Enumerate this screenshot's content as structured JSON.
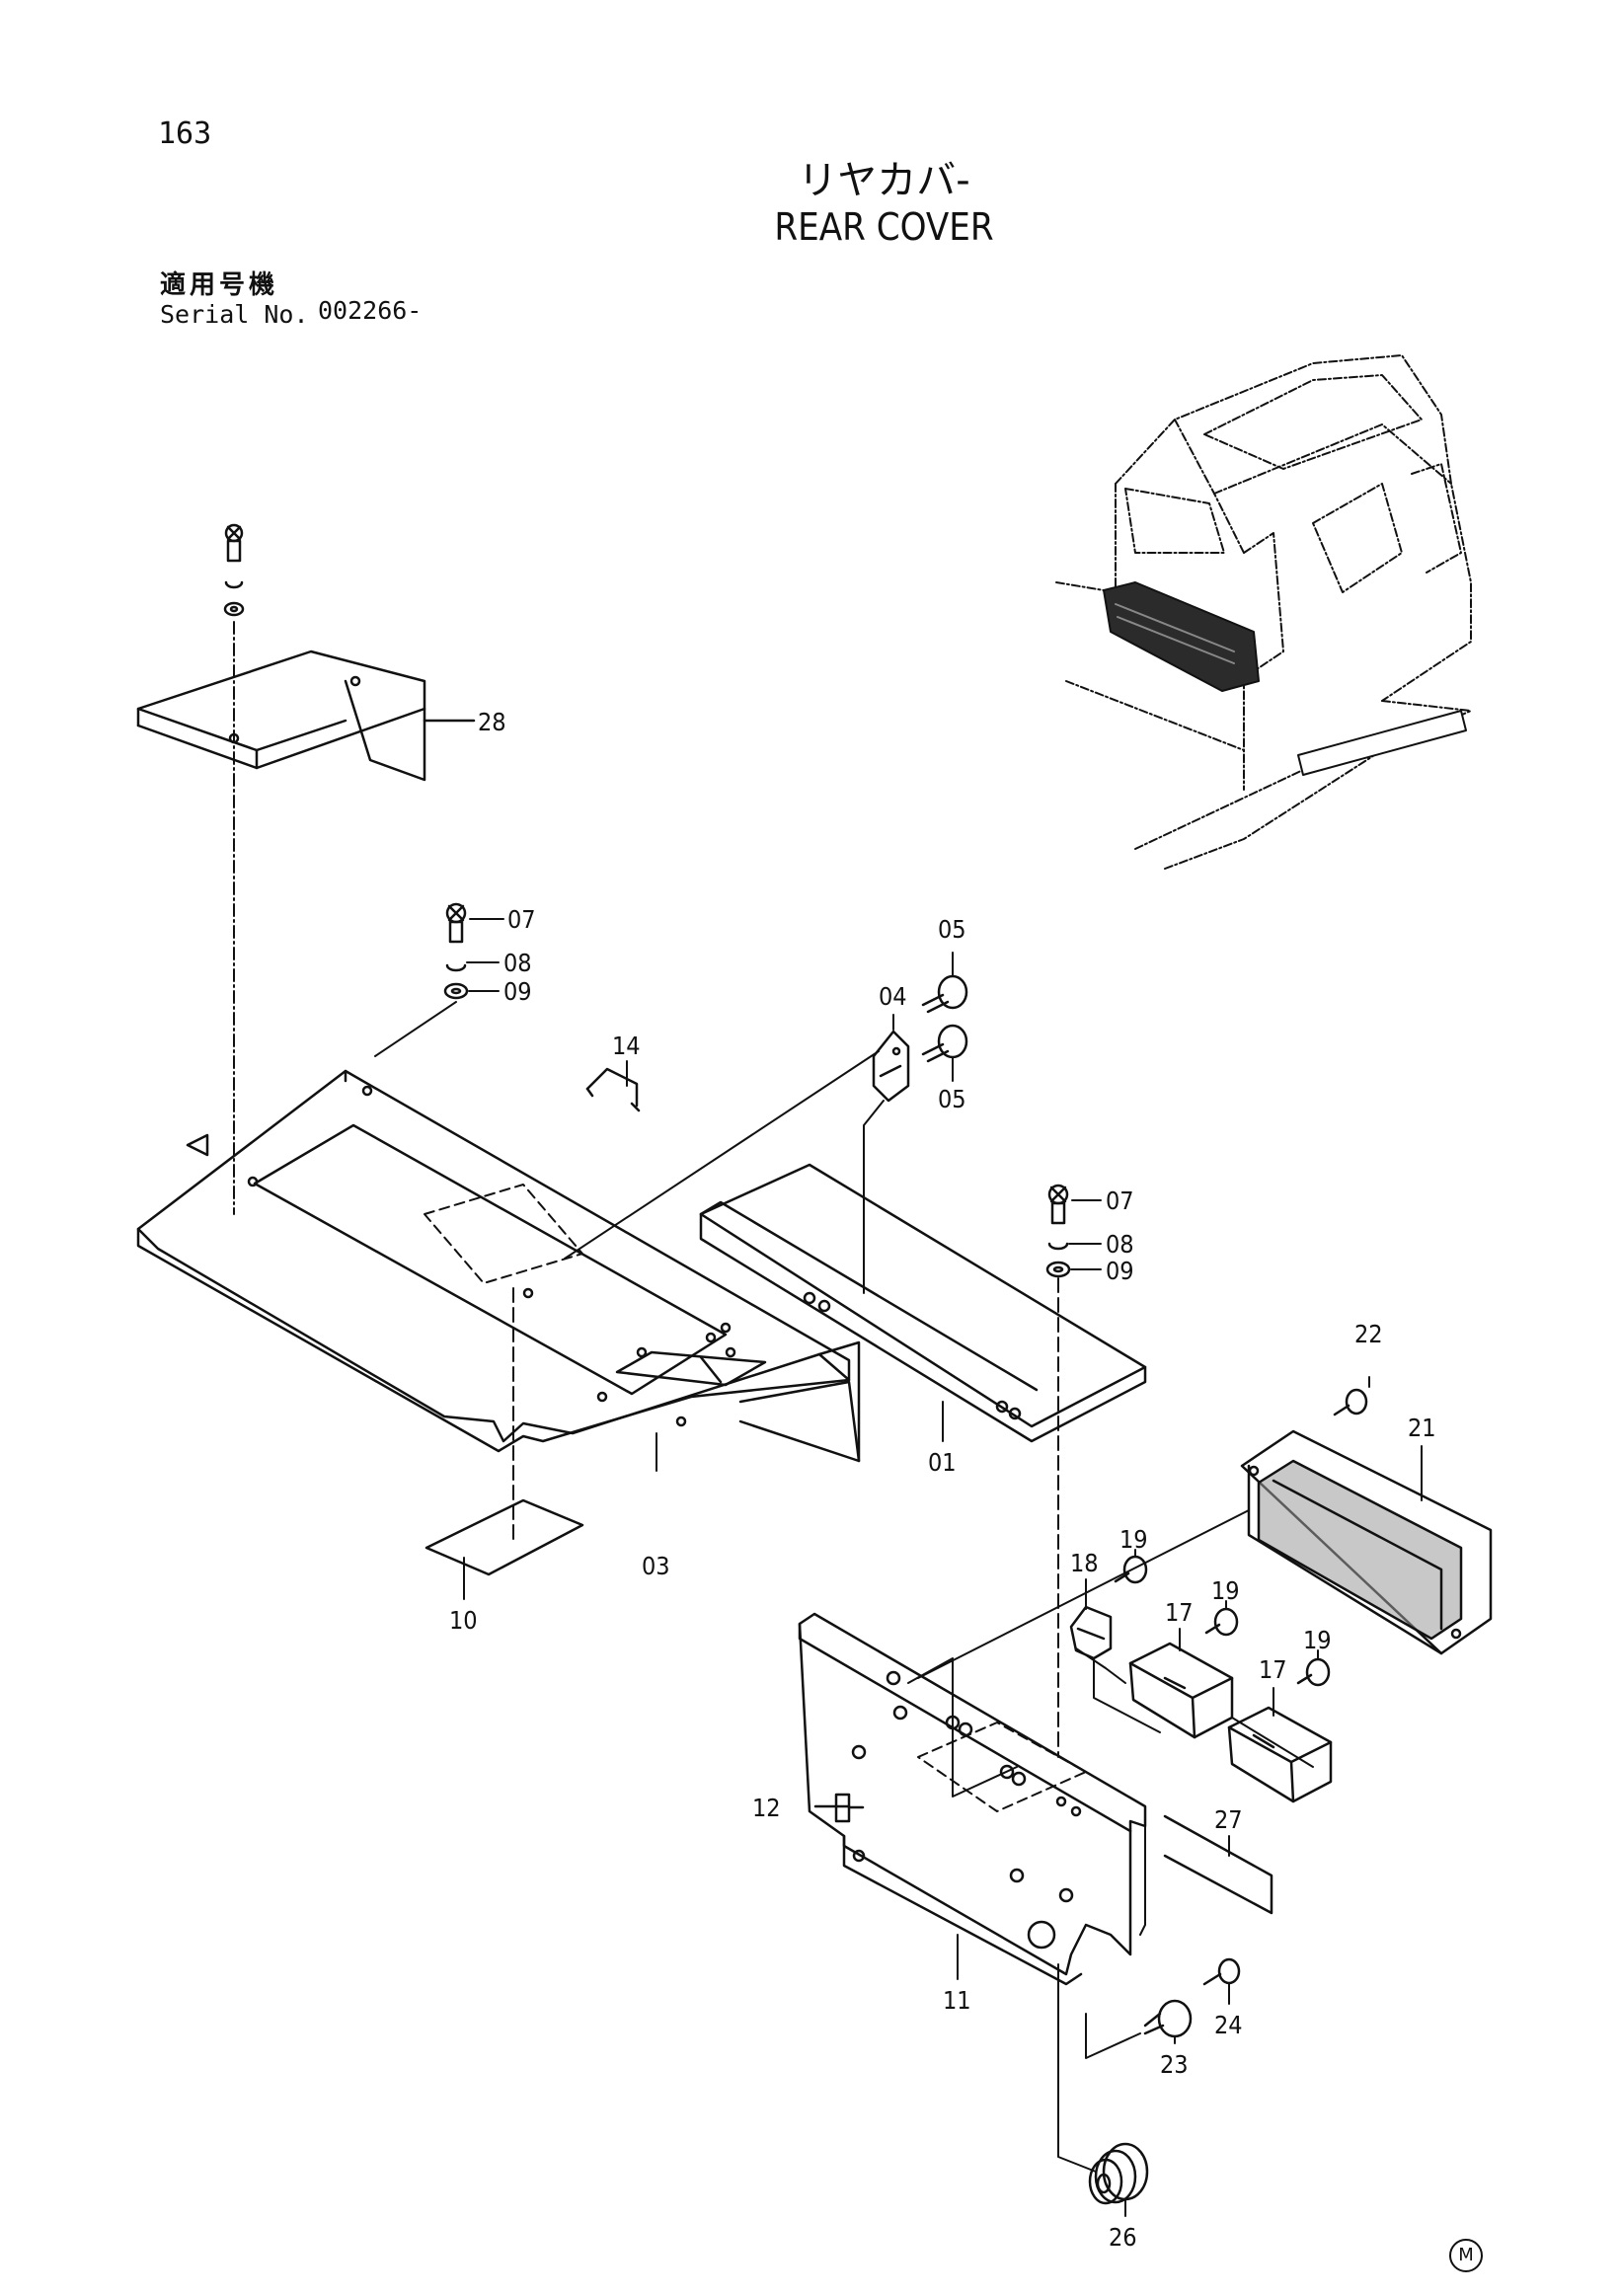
{
  "page_number": "163",
  "title_jp": "リヤカバ-",
  "title_en": "REAR COVER",
  "serial_label_jp": "適用号機",
  "serial_label_en": "Serial No.",
  "serial_value": "002266-",
  "mark": "M",
  "callouts": {
    "c01": "01",
    "c03": "03",
    "c04": "04",
    "c05a": "05",
    "c05b": "05",
    "c07a": "07",
    "c08a": "08",
    "c09a": "09",
    "c07b": "07",
    "c08b": "08",
    "c09b": "09",
    "c10": "10",
    "c11": "11",
    "c12": "12",
    "c14": "14",
    "c17a": "17",
    "c17b": "17",
    "c18": "18",
    "c19a": "19",
    "c19b": "19",
    "c19c": "19",
    "c21": "21",
    "c22": "22",
    "c23": "23",
    "c24": "24",
    "c26": "26",
    "c27": "27",
    "c28": "28"
  }
}
